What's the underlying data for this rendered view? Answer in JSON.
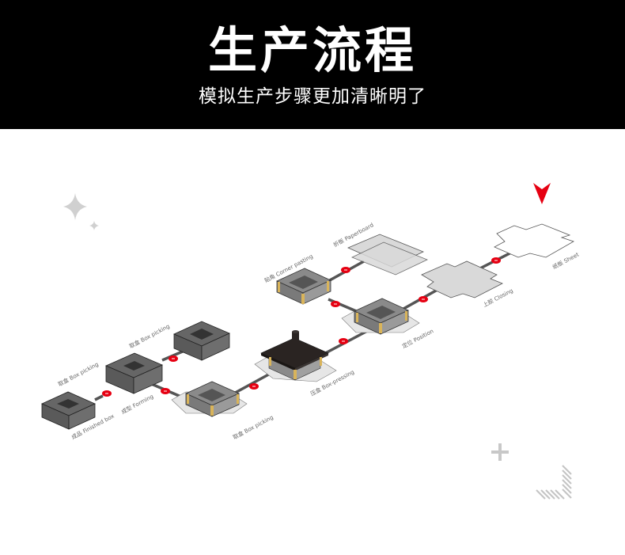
{
  "header": {
    "title": "生产流程",
    "subtitle": "模拟生产步骤更加清晰明了",
    "background": "#000000",
    "text_color": "#ffffff"
  },
  "colors": {
    "accent_red": "#e60012",
    "connector": "#555555",
    "box_dark": "#5a5a5a",
    "box_side": "#6e6e6e",
    "sheet_fill": "#d9d9d9",
    "press_top": "#2a2422",
    "post_gold": "#d9b45a",
    "decor_gray": "#cccccc"
  },
  "steps": [
    {
      "id": "sheet",
      "label": "纸板 Sheet"
    },
    {
      "id": "closing",
      "label": "上胶 Closing"
    },
    {
      "id": "position",
      "label": "定位 Position"
    },
    {
      "id": "paperboard",
      "label": "折板 Paperboard"
    },
    {
      "id": "corner-pasting",
      "label": "贴角 Corner pasting"
    },
    {
      "id": "box-pressing",
      "label": "压盒 Box-pressing"
    },
    {
      "id": "box-picking-1",
      "label": "取盒 Box picking"
    },
    {
      "id": "forming",
      "label": "成型 Forming"
    },
    {
      "id": "box-picking-2",
      "label": "取盒 Box picking"
    },
    {
      "id": "box-picking-3",
      "label": "取盒 Box picking"
    },
    {
      "id": "finished-box",
      "label": "成品 Finished box"
    }
  ],
  "start_marker": "down-arrow",
  "decorations": [
    "sparkle-large",
    "sparkle-small",
    "plus-sign",
    "hatched-corner"
  ]
}
